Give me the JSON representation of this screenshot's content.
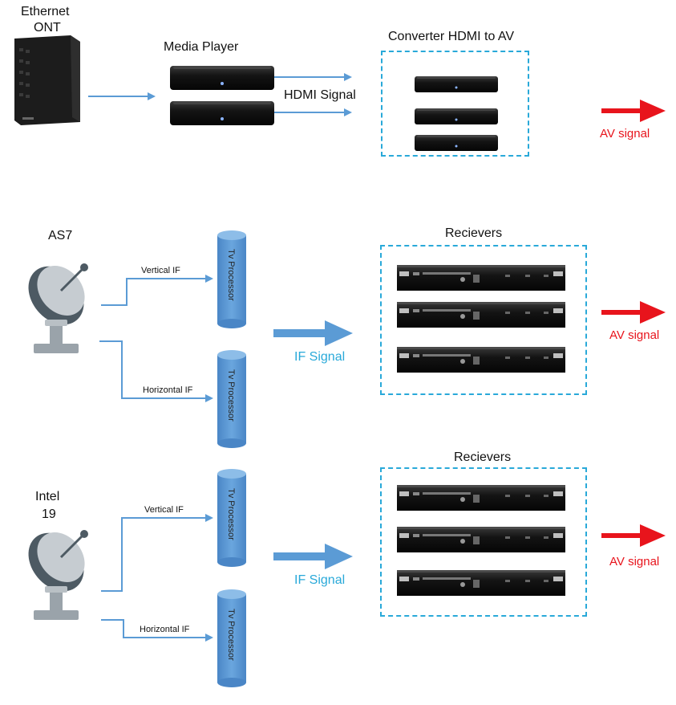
{
  "top": {
    "ont_label_line1": "Ethernet",
    "ont_label_line2": "ONT",
    "media_player_label": "Media Player",
    "hdmi_signal_label": "HDMI Signal",
    "converter_label": "Converter HDMI to AV",
    "av_signal_label": "AV signal"
  },
  "as7": {
    "sat_label": "AS7",
    "vertical_if": "Vertical IF",
    "horizontal_if": "Horizontal IF",
    "processor_label": "Tv Processor",
    "if_signal_label": "IF Signal",
    "receivers_label": "Recievers",
    "av_signal_label": "AV signal"
  },
  "intel": {
    "sat_label_line1": "Intel",
    "sat_label_line2": "19",
    "vertical_if": "Vertical IF",
    "horizontal_if": "Horizontal IF",
    "processor_label": "Tv Processor",
    "if_signal_label": "IF Signal",
    "receivers_label": "Recievers",
    "av_signal_label": "AV signal"
  },
  "colors": {
    "connector": "#5b9bd5",
    "dashed_box": "#29a9d9",
    "av_arrow": "#e8141c",
    "cylinder": "#5b9bd5",
    "device": "#141414"
  }
}
